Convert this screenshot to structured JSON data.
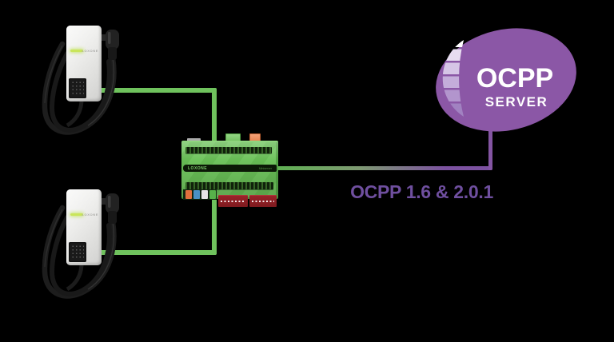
{
  "scene": {
    "description": "Two Loxone Wallbox EV chargers connected to a Loxone Miniserver which communicates with an OCPP server",
    "background_color": "#000000"
  },
  "chargers": {
    "count": 2,
    "brand_label": "LOXONE"
  },
  "miniserver": {
    "brand_label": "LOXONE",
    "model_label": "Miniserver"
  },
  "ocpp_server": {
    "title": "OCPP",
    "subtitle": "SERVER",
    "blob_color": "#8B57A6",
    "crescent_colors": [
      "#FFFFFF",
      "#E7DDF0",
      "#D6C5E6",
      "#C4ADDA",
      "#B295CD",
      "#A182C1"
    ]
  },
  "protocol_label": {
    "text": "OCPP 1.6 & 2.0.1",
    "color": "#6F4F9F"
  },
  "connections": {
    "charger_line_color": "#6FC25D",
    "server_line_gradient_start": "#5FB052",
    "server_line_gradient_end": "#7C52A0"
  }
}
